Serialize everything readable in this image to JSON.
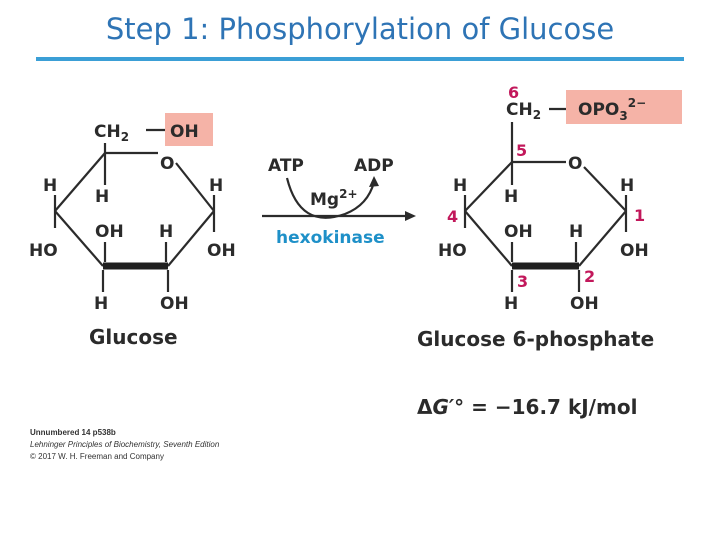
{
  "title": "Step 1: Phosphorylation of Glucose",
  "colors": {
    "title": "#2e74b5",
    "rule": "#3b9fd6",
    "highlight_box": "#f5b3a7",
    "position_numbers": "#c2185b",
    "enzyme": "#1e90c8",
    "bonds": "#2b2b2b"
  },
  "glucose": {
    "ch2": "CH",
    "ch2_sub": "2",
    "oh_top": "OH",
    "ring_o": "O",
    "h_left_top": "H",
    "h_c4_up": "H",
    "h_c1_up": "H",
    "oh_c3": "OH",
    "h_c2": "H",
    "ho_left": "HO",
    "oh_right": "OH",
    "h_bottom": "H",
    "oh_bottom": "OH",
    "name": "Glucose"
  },
  "reaction": {
    "atp": "ATP",
    "adp": "ADP",
    "mg": "Mg",
    "mg_charge": "2+",
    "enzyme": "hexokinase"
  },
  "g6p": {
    "pos6": "6",
    "pos5": "5",
    "pos4": "4",
    "pos3": "3",
    "pos2": "2",
    "pos1": "1",
    "ch2": "CH",
    "ch2_sub": "2",
    "opo": "OPO",
    "opo_sub": "3",
    "opo_charge": "2−",
    "ring_o": "O",
    "h_c4_up": "H",
    "h_c4_up2": "H",
    "h_c1_up": "H",
    "oh_c3": "OH",
    "h_c2": "H",
    "ho_left": "HO",
    "oh_right": "OH",
    "h_bottom": "H",
    "oh_bottom": "OH",
    "name": "Glucose 6-phosphate"
  },
  "energy": {
    "delta": "Δ",
    "g": "G′°",
    "eq": " = −16.7 kJ/mol"
  },
  "credit": {
    "line1": "Unnumbered 14 p538b",
    "line2": "Lehninger Principles of Biochemistry, Seventh Edition",
    "line3": "© 2017 W. H. Freeman and Company"
  }
}
